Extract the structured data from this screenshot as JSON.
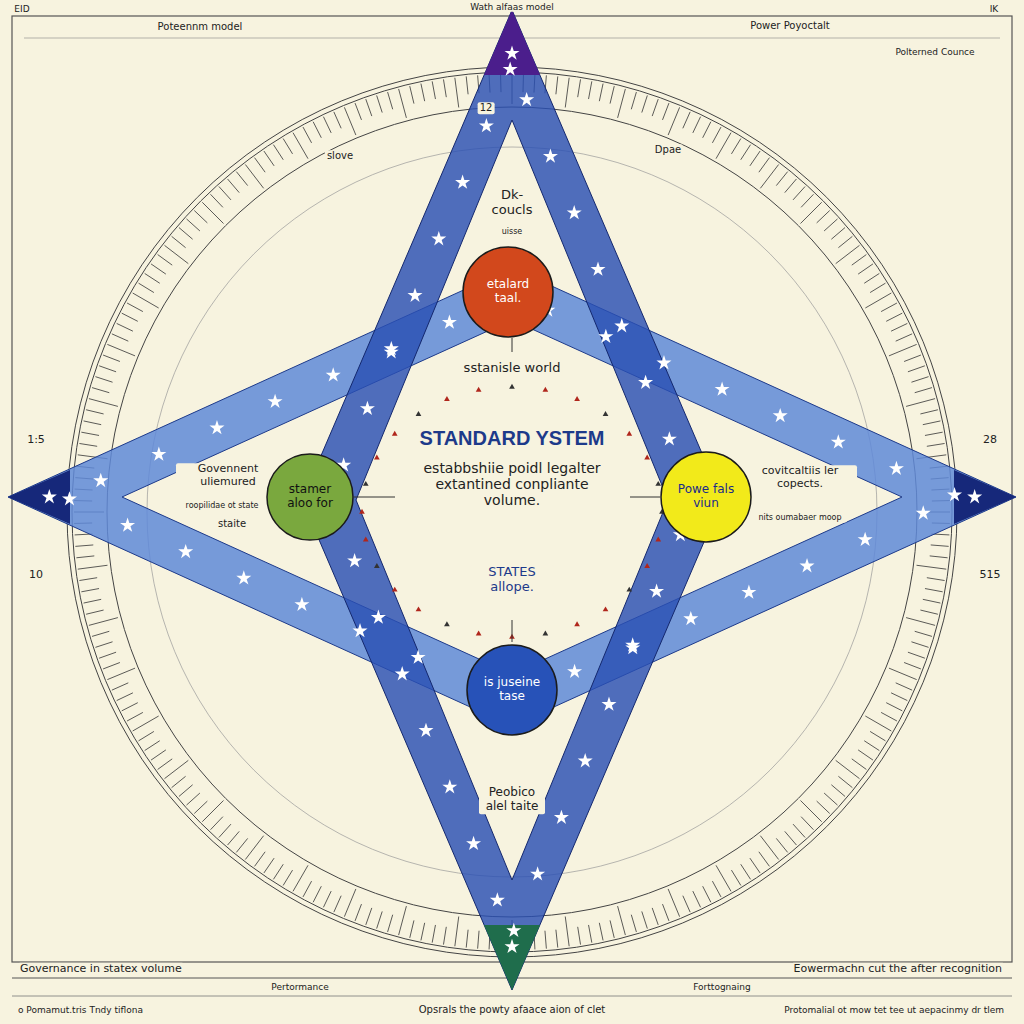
{
  "diagram": {
    "title": "STANDARD YSTEM",
    "nodes": [
      {
        "text": [
          "etalard taal."
        ]
      },
      {
        "text": [
          "stamer aloo for"
        ]
      },
      {
        "text": [
          "Powe fals viun"
        ]
      },
      {
        "text": [
          "is juseine tase"
        ]
      }
    ],
    "labels": [
      "EID",
      "Wath alfaas model",
      "Poteennm model",
      "Power Poyoctalt",
      "IK",
      "Polterned Counce",
      "12",
      "slove",
      "Dpae",
      "Dk- coucls",
      "uisse",
      "sstanisle world",
      "estabbshiie poidl legalter extantined conpliante volume.",
      "STATES allope.",
      "Govennent uliemured",
      "roopilidae ot state",
      "staite",
      "covitcaltiis ler copects.",
      "nits oumabaer moop",
      "Peobico alel taite",
      "1:5",
      "10",
      "28",
      "515",
      "Governance in statex volume",
      "Eowermachn cut the after recognition",
      "Pertormance",
      "Forttognaing",
      "o Pomamut.tris Tndy tiflona",
      "Opsrals the powty afaace aion of clet",
      "Protomalial ot mow tet tee ut aepacinmy dr tlem"
    ]
  }
}
